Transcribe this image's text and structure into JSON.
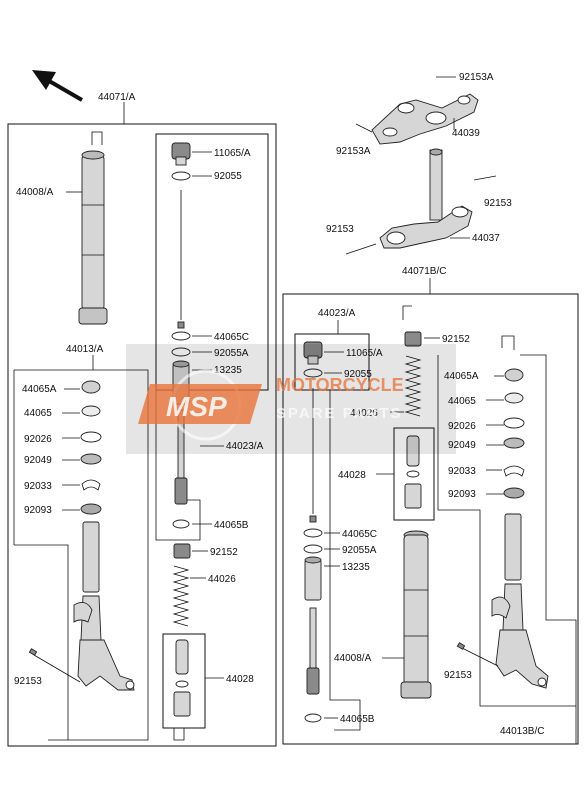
{
  "watermark": {
    "badge": "MSP",
    "line1": "MOTORCYCLE",
    "line2": "SPARE PARTS",
    "accent": "#e8733a"
  },
  "labels": {
    "l44071A": "44071/A",
    "l44008A_left": "44008/A",
    "l11065A_left": "11065/A",
    "l92055_left": "92055",
    "l44065C_left": "44065C",
    "l92055A_left": "92055A",
    "l13235_left": "13235",
    "l44023A_left": "44023/A",
    "l44065B_left": "44065B",
    "l92152_left": "92152",
    "l44026_left": "44026",
    "l44028_left": "44028",
    "l44013A": "44013/A",
    "l44065A_left": "44065A",
    "l44065_left": "44065",
    "l92026_left": "92026",
    "l92049_left": "92049",
    "l92033_left": "92033",
    "l92093_left": "92093",
    "l92153_left": "92153",
    "l92153A_top": "92153A",
    "l44039": "44039",
    "l92153A_mid": "92153A",
    "l92153_right": "92153",
    "l92153_mid": "92153",
    "l44037": "44037",
    "l44071BC": "44071B/C",
    "l44023A_right": "44023/A",
    "l92152_right": "92152",
    "l11065A_right": "11065/A",
    "l92055_right": "92055",
    "l44026_right": "44026",
    "l44028_right": "44028",
    "l44065C_right": "44065C",
    "l92055A_right": "92055A",
    "l13235_right": "13235",
    "l44008A_right": "44008/A",
    "l44065B_right": "44065B",
    "l44065A_right": "44065A",
    "l44065_right": "44065",
    "l92026_right": "92026",
    "l92049_right": "92049",
    "l92033_right": "92033",
    "l92093_right": "92093",
    "l92153_lowright": "92153",
    "l44013BC": "44013B/C"
  },
  "colors": {
    "line": "#111111",
    "part_fill": "#d6d6d6",
    "part_dark": "#8a8a8a"
  },
  "icons": {
    "direction_arrow": "arrow-northwest-icon"
  }
}
